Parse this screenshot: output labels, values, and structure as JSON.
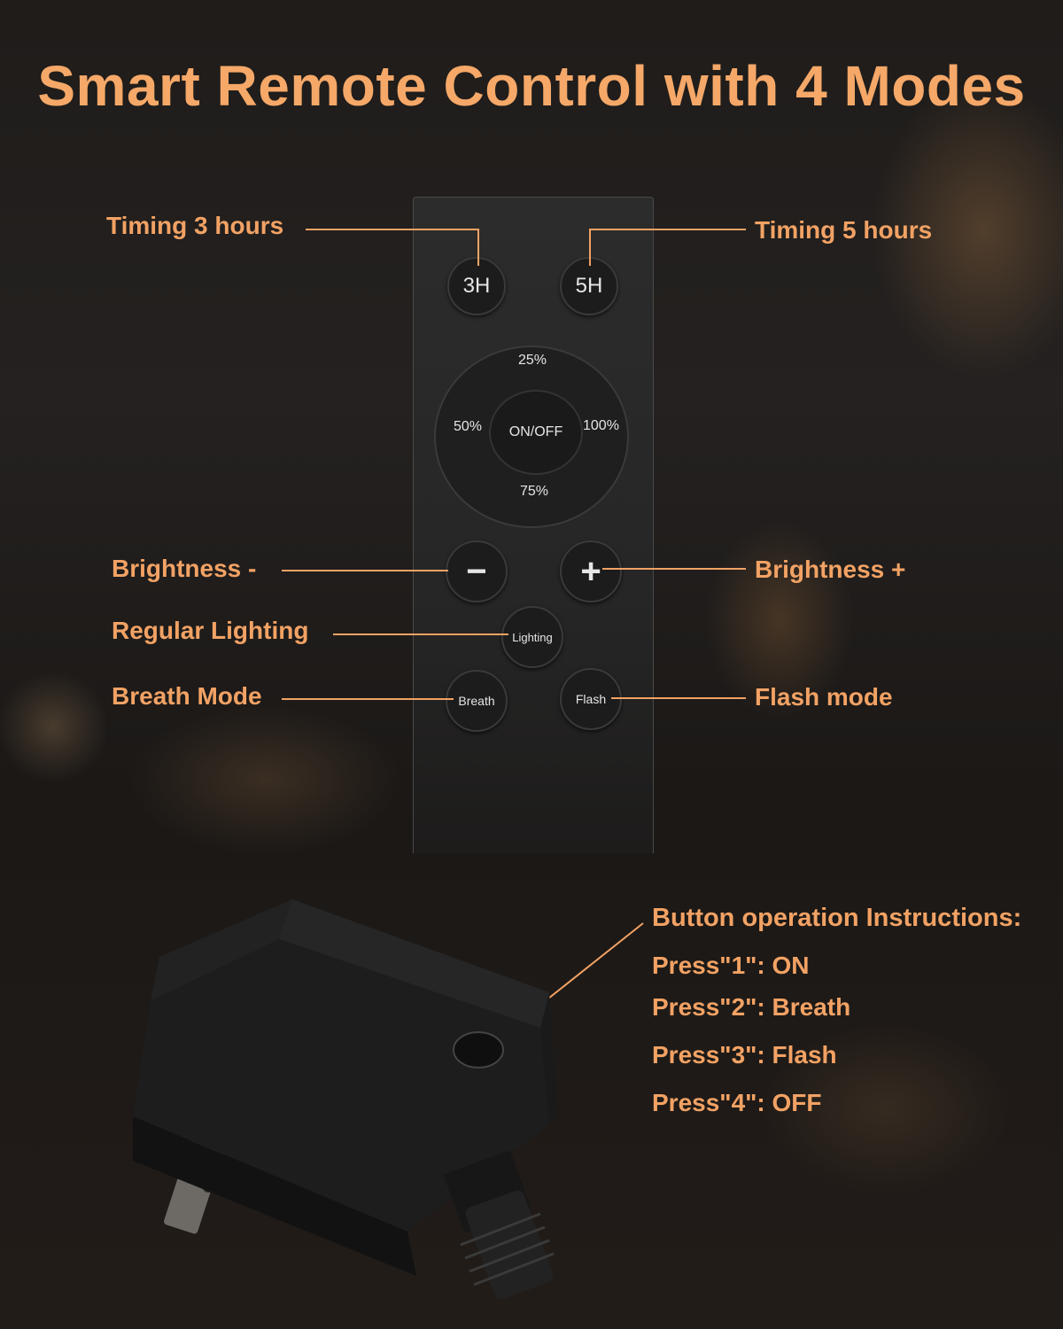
{
  "title": "Smart Remote Control with 4 Modes",
  "labels": {
    "timing3": "Timing 3 hours",
    "timing5": "Timing 5 hours",
    "brightness_minus": "Brightness -",
    "brightness_plus": "Brightness +",
    "regular_lighting": "Regular Lighting",
    "breath_mode": "Breath Mode",
    "flash_mode": "Flash mode"
  },
  "remote": {
    "btn_3h": "3H",
    "btn_5h": "5H",
    "dial_top": "25%",
    "dial_left": "50%",
    "dial_center": "ON/OFF",
    "dial_right": "100%",
    "dial_bottom": "75%",
    "btn_minus": "−",
    "btn_plus": "+",
    "btn_lighting": "Lighting",
    "btn_breath": "Breath",
    "btn_flash": "Flash"
  },
  "instructions": {
    "heading": "Button operation Instructions:",
    "steps": [
      "Press\"1\": ON",
      "Press\"2\": Breath",
      "Press\"3\": Flash",
      "Press\"4\": OFF"
    ]
  },
  "colors": {
    "accent": "#f2a264",
    "background": "#1d1a18",
    "device": "#1c1c1c"
  }
}
